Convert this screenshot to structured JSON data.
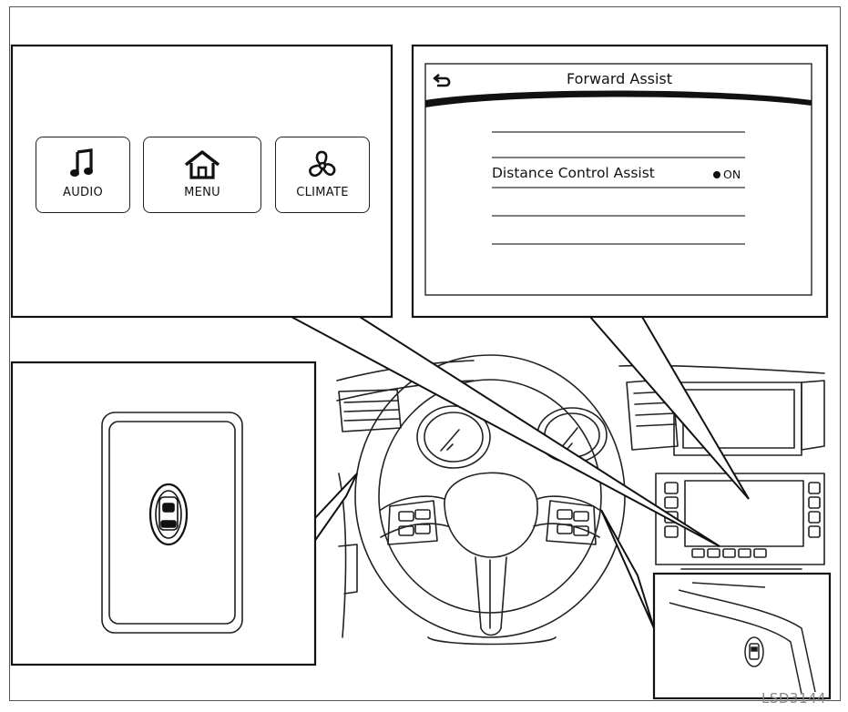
{
  "hard_keys": [
    {
      "label": "AUDIO",
      "icon": "music-note-icon"
    },
    {
      "label": "MENU",
      "icon": "home-icon"
    },
    {
      "label": "CLIMATE",
      "icon": "fan-icon"
    }
  ],
  "screen": {
    "title": "Forward Assist",
    "back_icon": "back-arrow-icon",
    "item_label": "Distance Control Assist",
    "item_status": "ON"
  },
  "switch_icon": "distance-control-assist-switch-icon",
  "figure_code": "LSD3144"
}
